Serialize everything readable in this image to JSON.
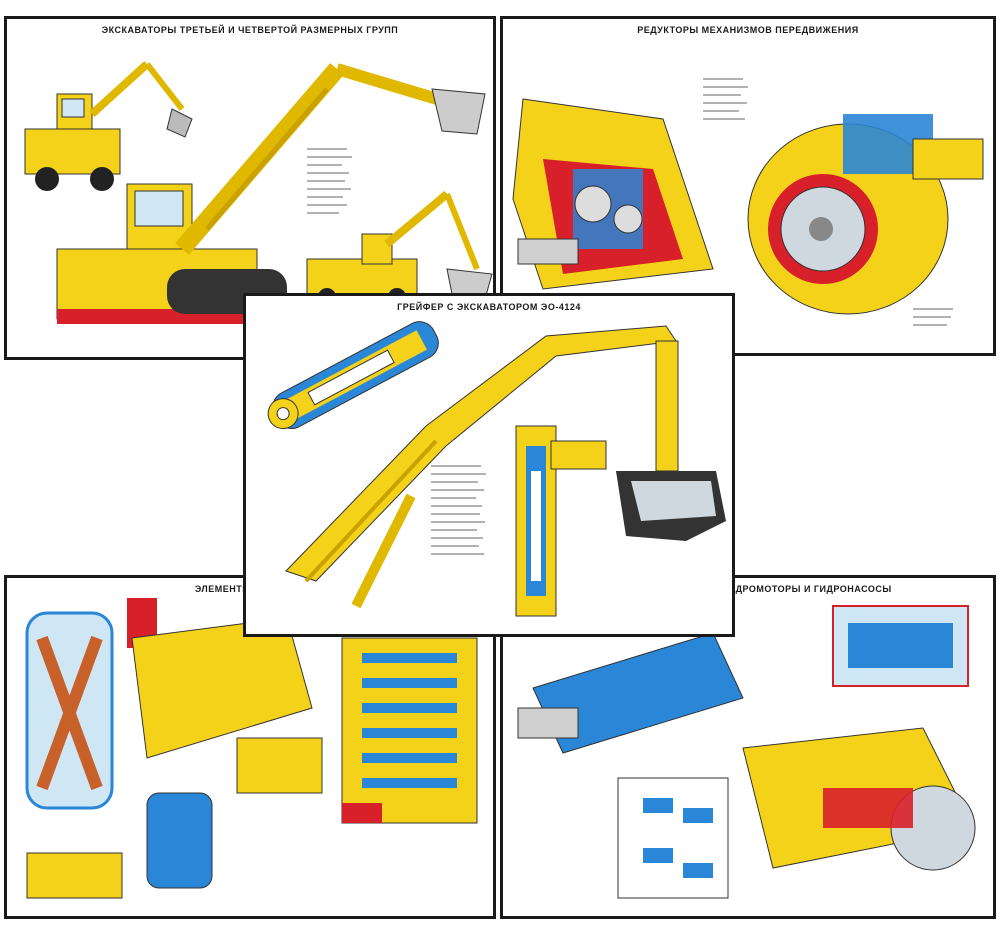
{
  "posters": [
    {
      "id": "p1",
      "title": "ЭКСКАВАТОРЫ ТРЕТЬЕЙ И ЧЕТВЕРТОЙ РАЗМЕРНЫХ ГРУПП"
    },
    {
      "id": "p2",
      "title": "РЕДУКТОРЫ МЕХАНИЗМОВ ПЕРЕДВИЖЕНИЯ"
    },
    {
      "id": "p3",
      "title": "ГРЕЙФЕР С ЭКСКАВАТОРОМ ЭО-4124"
    },
    {
      "id": "p4",
      "title": "ЭЛЕМЕНТЫ СИСТЕМЫ"
    },
    {
      "id": "p5",
      "title": "ГИДРОМОТОРЫ И ГИДРОНАСОСЫ"
    }
  ],
  "colors": {
    "yellow": "#f5d21a",
    "red": "#d8202a",
    "blue": "#2a86d6",
    "dark": "#1a1a1a",
    "grey": "#8a8a8a"
  }
}
